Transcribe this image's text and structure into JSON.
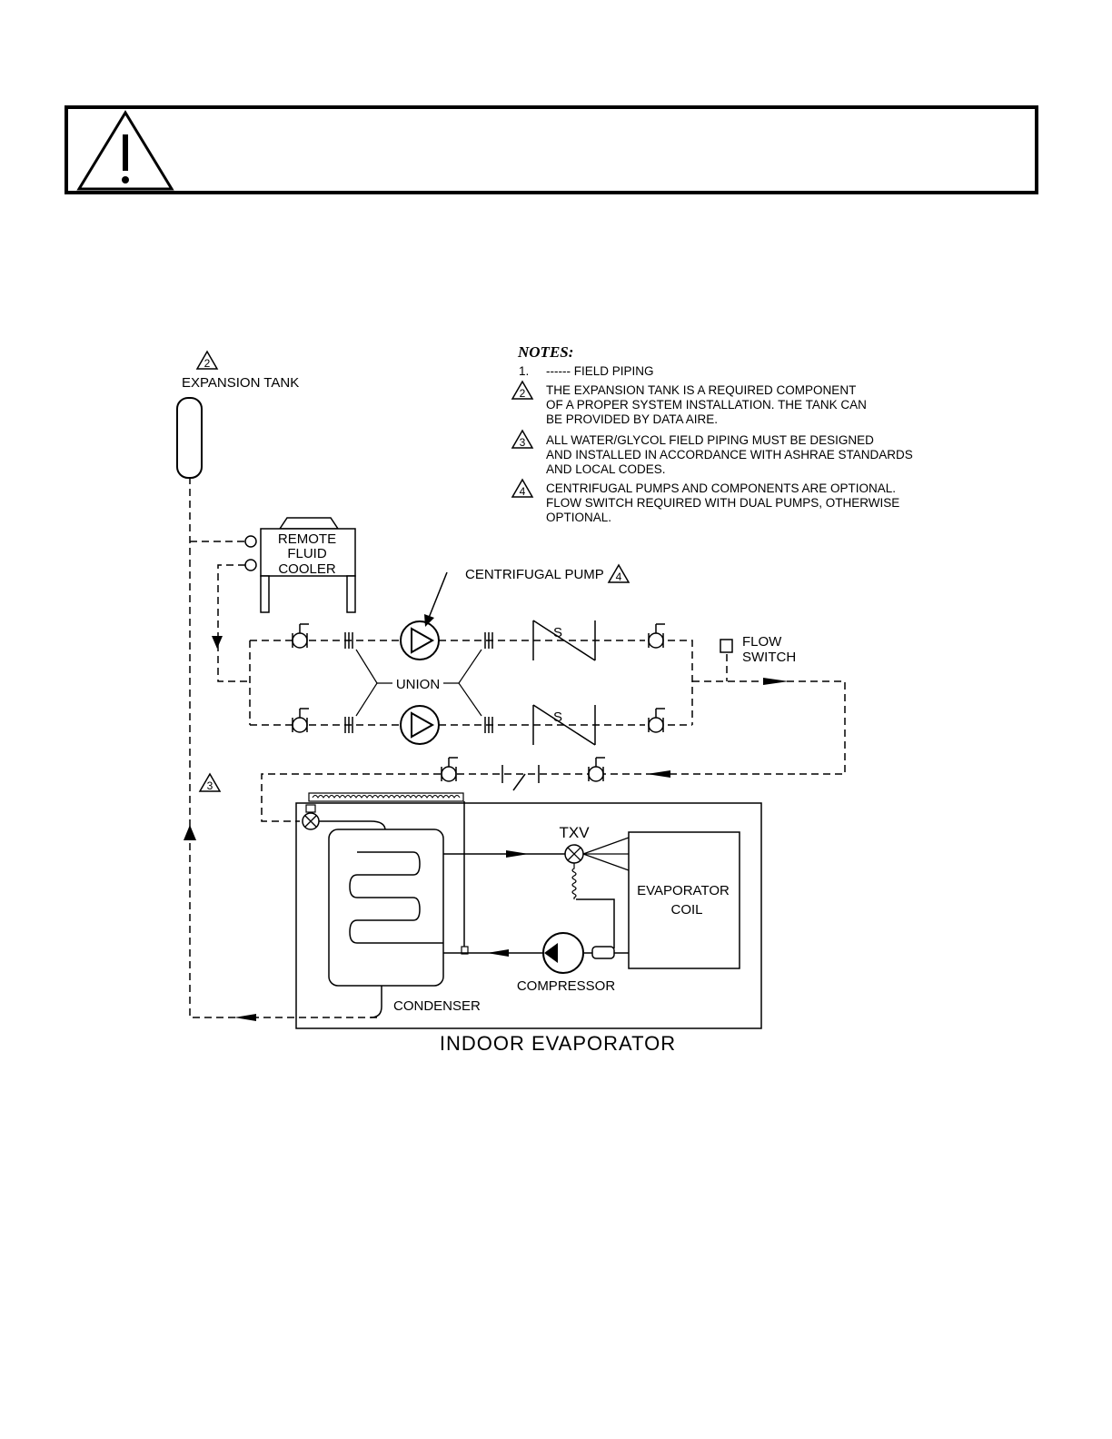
{
  "warning": {
    "icon": "warning-triangle-icon"
  },
  "diagram": {
    "expansion_tank_label": "EXPANSION TANK",
    "expansion_tank_note": "2",
    "field_piping_note": "3",
    "remote_fluid_cooler": [
      "REMOTE",
      "FLUID",
      "COOLER"
    ],
    "centrifugal_pump_label": "CENTRIFUGAL PUMP",
    "centrifugal_pump_note": "4",
    "union_label": "UNION",
    "flow_switch_label": [
      "FLOW",
      "SWITCH"
    ],
    "check_valve_letter": "S",
    "txv_label": "TXV",
    "evaporator_coil_label": [
      "EVAPORATOR",
      "COIL"
    ],
    "compressor_label": "COMPRESSOR",
    "condenser_label": "CONDENSER",
    "indoor_evaporator_label": "INDOOR EVAPORATOR"
  },
  "notes": {
    "title": "NOTES:",
    "items": [
      {
        "marker": "1.",
        "lines": [
          "------ FIELD PIPING"
        ]
      },
      {
        "marker": "2",
        "lines": [
          "THE EXPANSION TANK IS A REQUIRED COMPONENT",
          "OF A PROPER SYSTEM INSTALLATION. THE TANK CAN",
          "BE PROVIDED BY DATA AIRE."
        ]
      },
      {
        "marker": "3",
        "lines": [
          "ALL WATER/GLYCOL FIELD PIPING MUST BE DESIGNED",
          "AND INSTALLED IN ACCORDANCE WITH ASHRAE STANDARDS",
          "AND LOCAL CODES."
        ]
      },
      {
        "marker": "4",
        "lines": [
          "CENTRIFUGAL PUMPS AND COMPONENTS ARE OPTIONAL.",
          "FLOW SWITCH REQUIRED WITH DUAL PUMPS, OTHERWISE",
          "OPTIONAL."
        ]
      }
    ]
  }
}
